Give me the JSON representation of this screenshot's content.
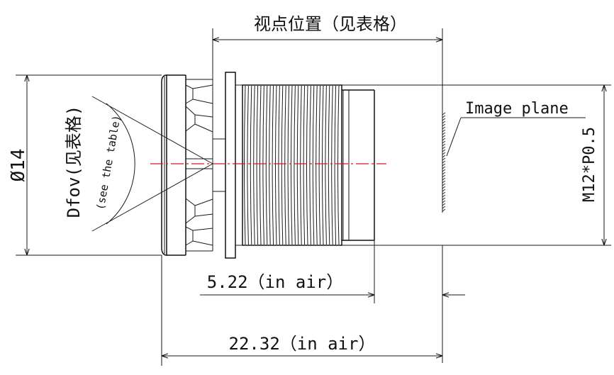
{
  "labels": {
    "viewpoint": "视点位置（见表格）",
    "image_plane": "Image plane",
    "thread": "M12*P0.5",
    "diameter": "Ø14",
    "dfov": "Dfov(见表格)",
    "see_table": "(see the table)",
    "bfl": "5.22（in air）",
    "total_length": "22.32（in air）"
  },
  "colors": {
    "line": "#111111",
    "axis": "#d11a1a",
    "background": "#ffffff"
  }
}
